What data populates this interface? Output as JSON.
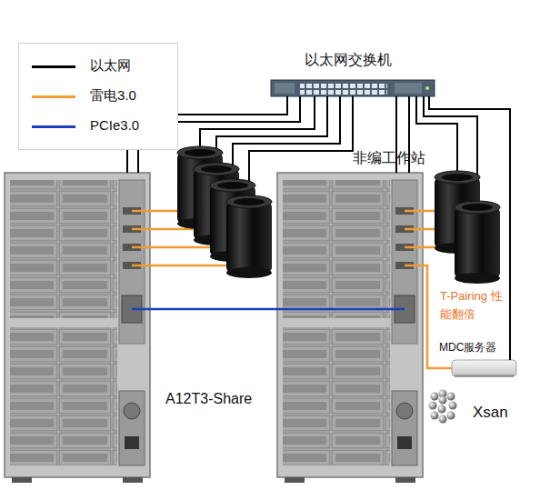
{
  "diagram": {
    "nodes": [
      {
        "text": [
          "以太网交换机"
        ]
      },
      {
        "text": [
          "MDC服务器"
        ]
      },
      {
        "text": [
          "Xsan"
        ]
      }
    ],
    "edges": [
      {
        "from": 0,
        "to": 1,
        "arrow": "none"
      }
    ],
    "labels": [
      "非编工作站",
      "T-Pairing 性能翻倍",
      "A12T3-Share"
    ],
    "legend": [
      {
        "text": "以太网",
        "color": "#000000"
      },
      {
        "text": "雷电3.0",
        "color": "#f29b30"
      },
      {
        "text": "PCIe3.0",
        "color": "#1a3fbf"
      }
    ]
  }
}
